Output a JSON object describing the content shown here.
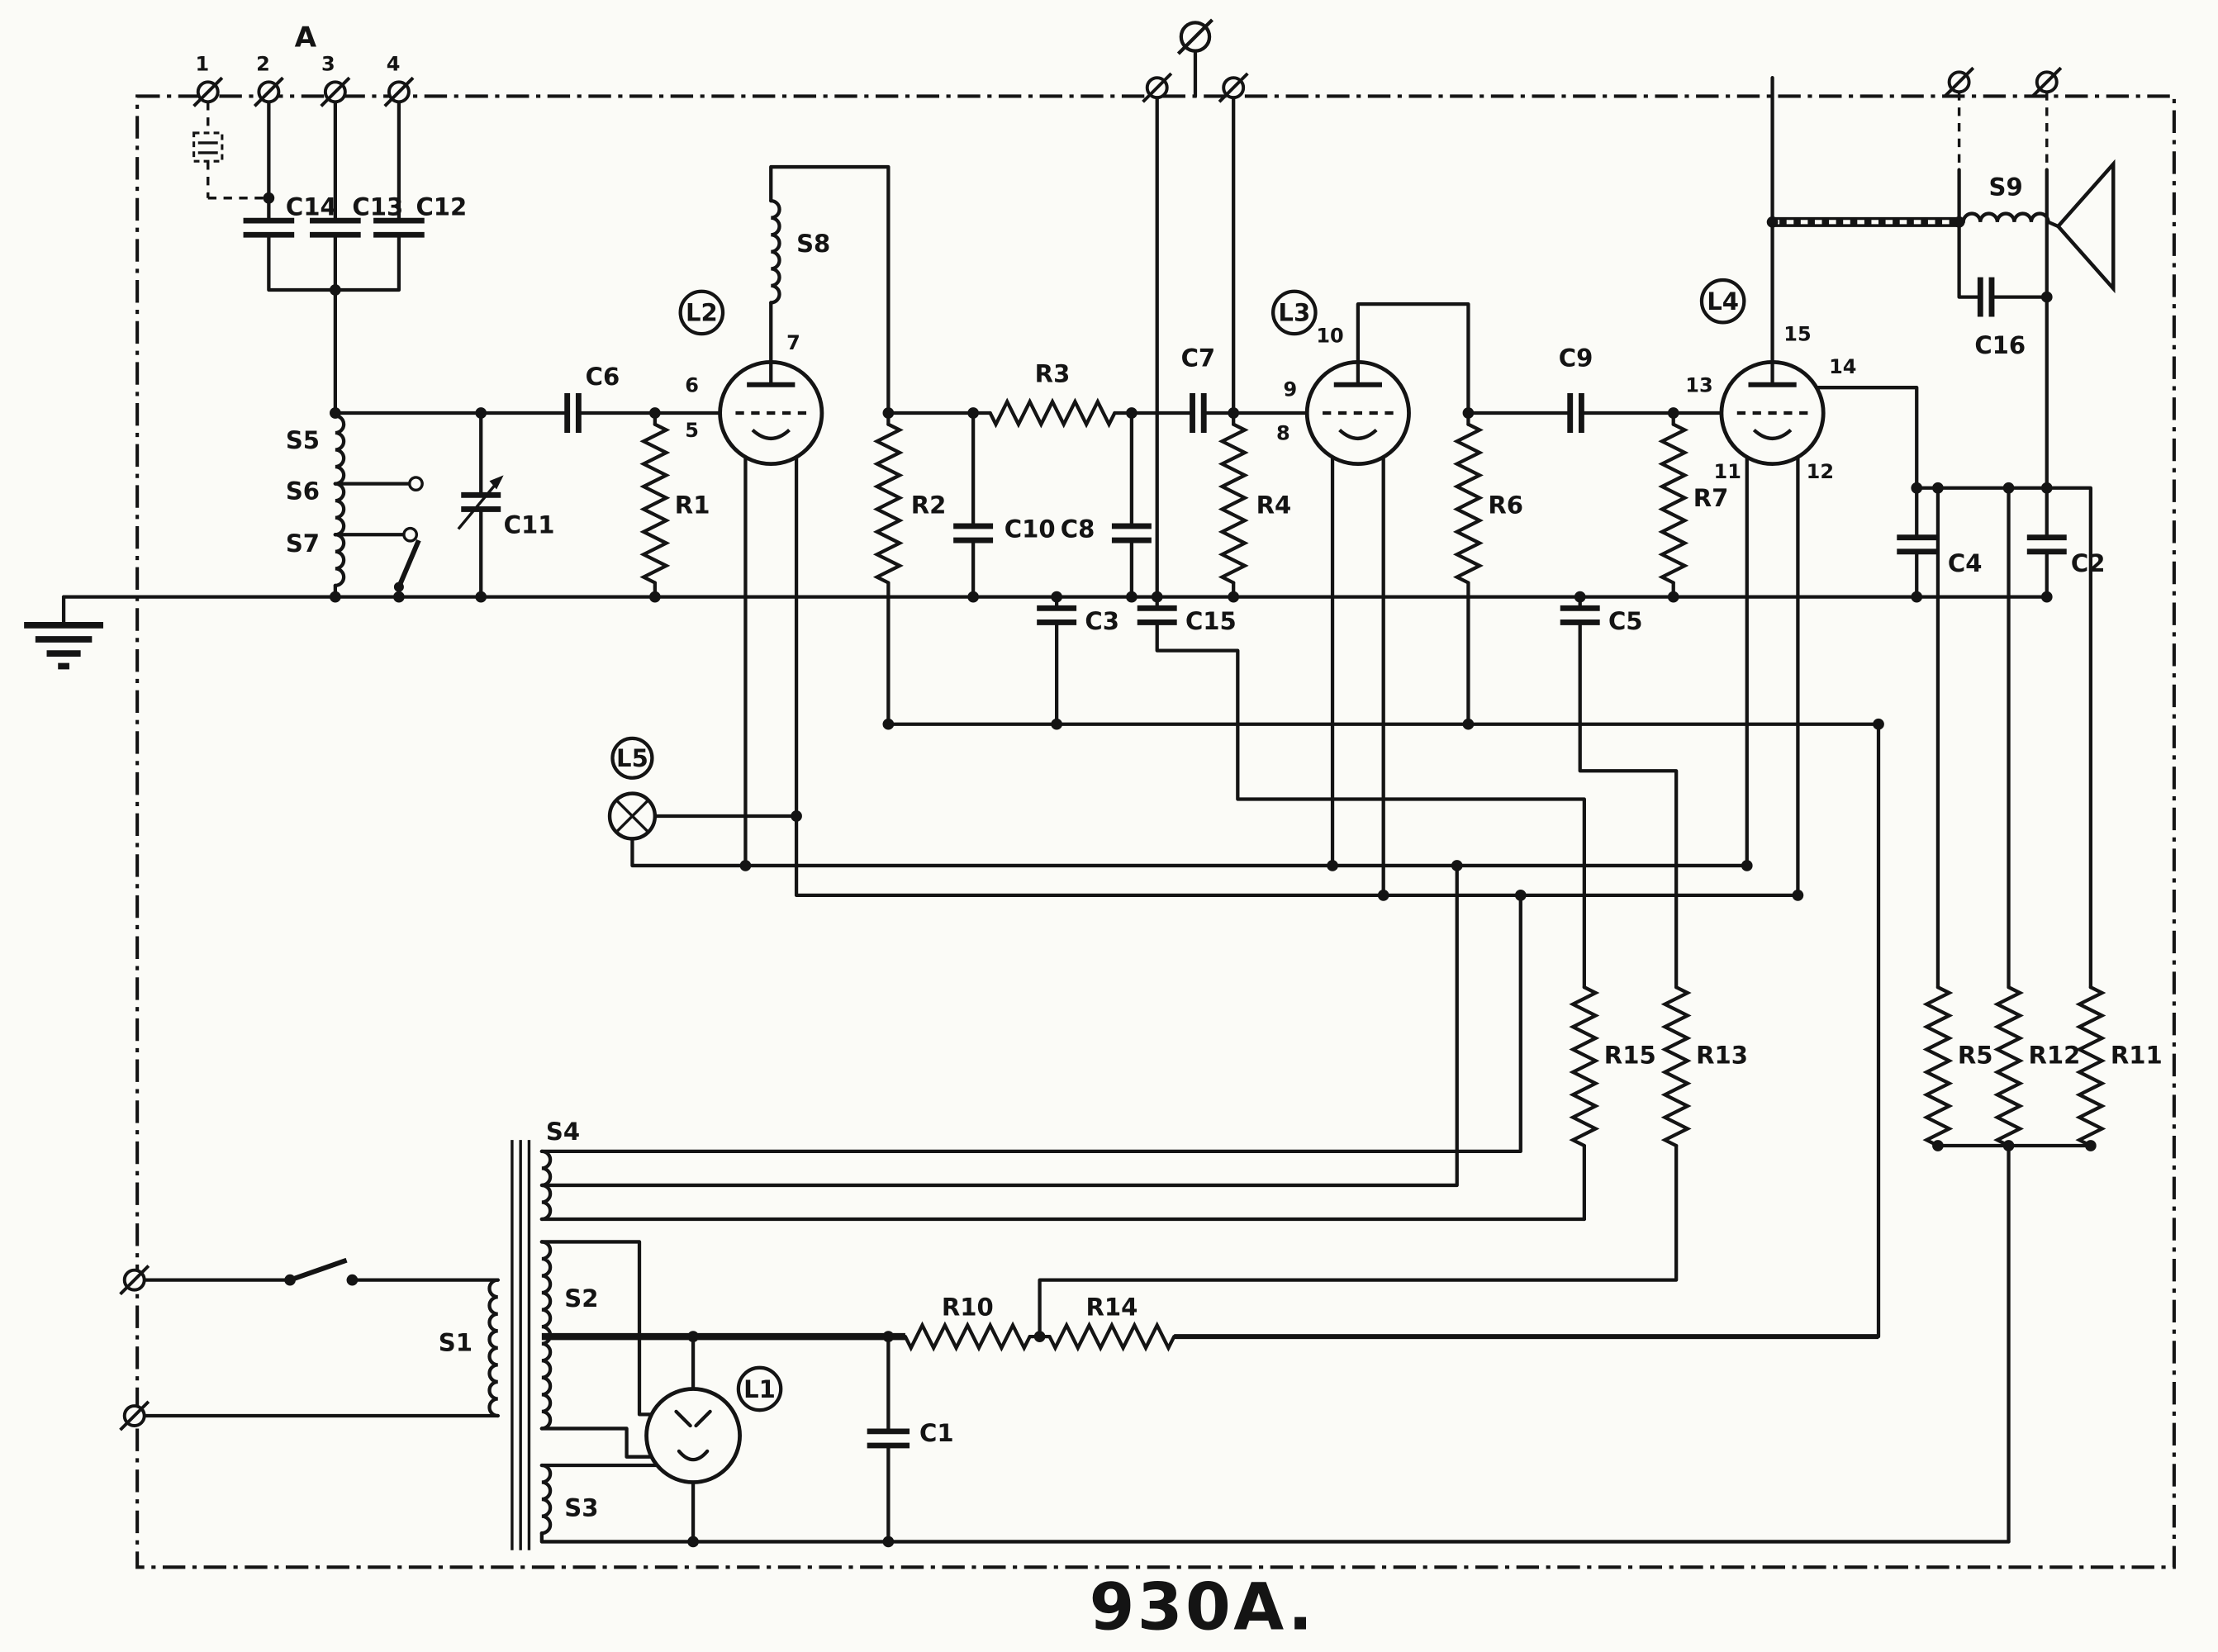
{
  "title": "930A.",
  "terminals": {
    "group_label": "A",
    "antenna": [
      "1",
      "2",
      "3",
      "4"
    ]
  },
  "labels": {
    "C1": "C1",
    "C2": "C2",
    "C3": "C3",
    "C4": "C4",
    "C5": "C5",
    "C6": "C6",
    "C7": "C7",
    "C8": "C8",
    "C9": "C9",
    "C10": "C10",
    "C11": "C11",
    "C12": "C12",
    "C13": "C13",
    "C14": "C14",
    "C15": "C15",
    "C16": "C16",
    "R1": "R1",
    "R2": "R2",
    "R3": "R3",
    "R4": "R4",
    "R5": "R5",
    "R6": "R6",
    "R7": "R7",
    "R10": "R10",
    "R11": "R11",
    "R12": "R12",
    "R13": "R13",
    "R14": "R14",
    "R15": "R15",
    "S1": "S1",
    "S2": "S2",
    "S3": "S3",
    "S4": "S4",
    "S5": "S5",
    "S6": "S6",
    "S7": "S7",
    "S8": "S8",
    "S9": "S9",
    "L1": "L1",
    "L2": "L2",
    "L3": "L3",
    "L4": "L4",
    "L5": "L5"
  },
  "pins": {
    "p5": "5",
    "p6": "6",
    "p7": "7",
    "p8": "8",
    "p9": "9",
    "p10": "10",
    "p11": "11",
    "p12": "12",
    "p13": "13",
    "p14": "14",
    "p15": "15"
  }
}
